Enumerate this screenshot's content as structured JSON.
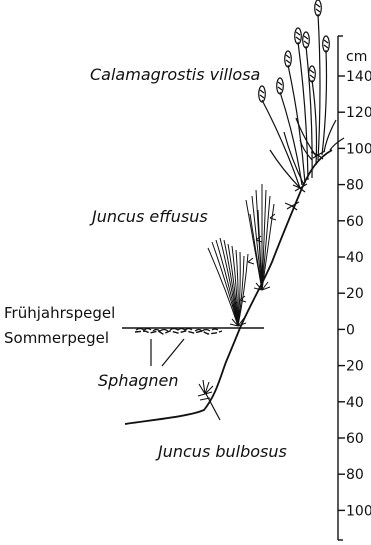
{
  "diagram": {
    "scale": {
      "unit": "cm",
      "ticks": [
        "140",
        "120",
        "100",
        "80",
        "60",
        "40",
        "20",
        "0",
        "20",
        "40",
        "60",
        "80",
        "100"
      ]
    },
    "labels": {
      "calamagrostis": "Calamagrostis villosa",
      "juncus_effusus": "Juncus effusus",
      "fruehjahrspegel": "Frühjahrspegel",
      "sommerpegel": "Sommerpegel",
      "sphagnen": "Sphagnen",
      "juncus_bulbosus": "Juncus bulbosus"
    },
    "colors": {
      "ink": "#111111",
      "background": "#ffffff"
    }
  }
}
